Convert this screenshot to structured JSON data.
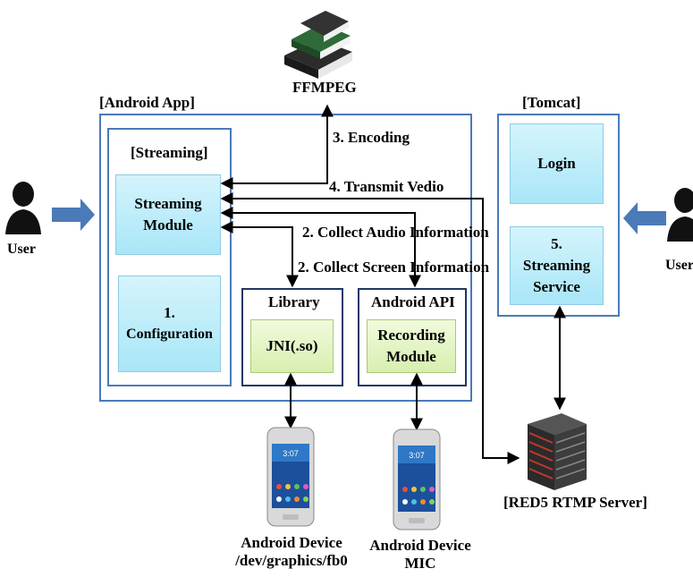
{
  "ffmpeg": {
    "label": "FFMPEG"
  },
  "android_app": {
    "title": "[Android App]",
    "streaming": {
      "title": "[Streaming]",
      "module_line1": "Streaming",
      "module_line2": "Module",
      "config_line1": "1.",
      "config_line2": "Configuration"
    },
    "library": {
      "title": "Library",
      "jni": "JNI(.so)"
    },
    "android_api": {
      "title": "Android API",
      "rec_line1": "Recording",
      "rec_line2": "Module"
    }
  },
  "tomcat": {
    "title": "[Tomcat]",
    "login": "Login",
    "service_line1": "5.",
    "service_line2": "Streaming",
    "service_line3": "Service"
  },
  "flows": {
    "encoding": "3. Encoding",
    "transmit": "4. Transmit Vedio",
    "collect_audio": "2. Collect Audio Information",
    "collect_screen": "2. Collect Screen Information"
  },
  "users": {
    "left": "User",
    "right": "User"
  },
  "devices": {
    "left_line1": "Android Device",
    "left_line2": "/dev/graphics/fb0",
    "right_line1": "Android Device",
    "right_line2": "MIC",
    "phone_clock": "3:07"
  },
  "server": {
    "label": "[RED5 RTMP Server]"
  },
  "colors": {
    "frame_blue": "#4a7ab8",
    "frame_navy": "#1f3864",
    "module_cyan": "#a9e6f8",
    "module_green": "#d8efb0",
    "arrow_blue": "#4a7ab8"
  }
}
